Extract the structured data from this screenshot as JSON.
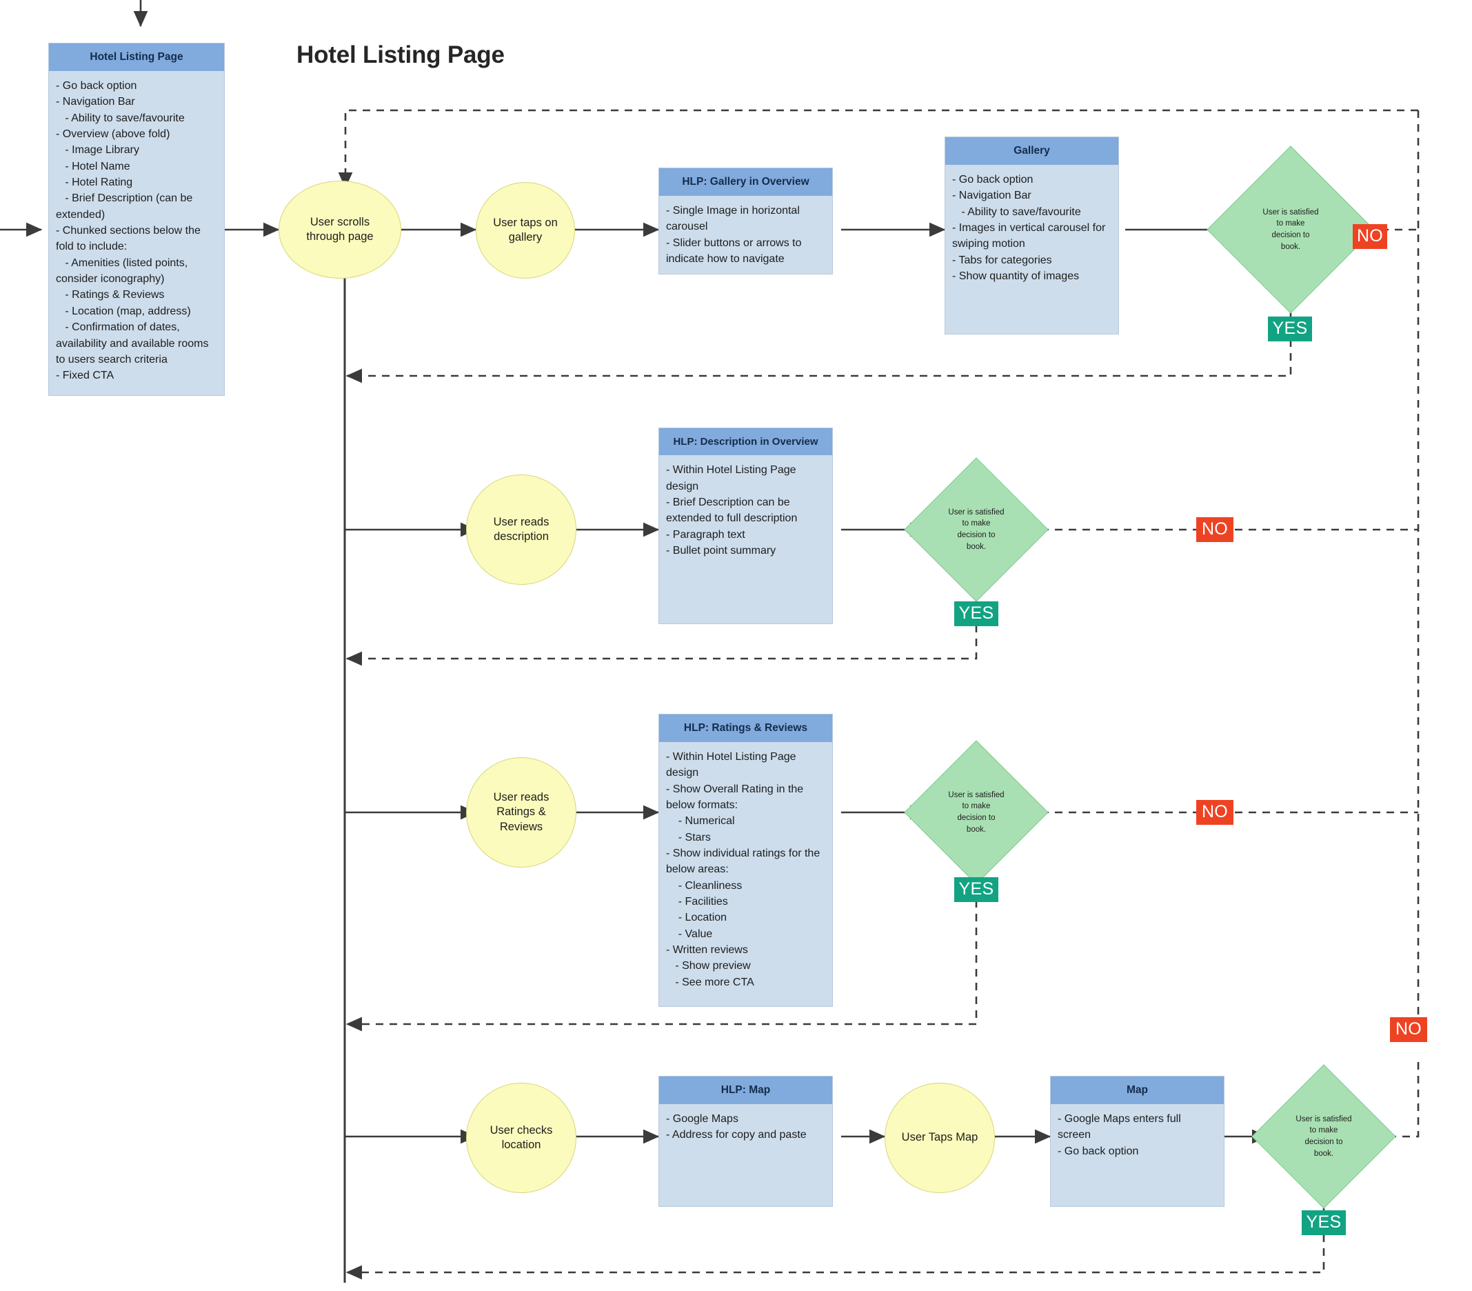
{
  "page": {
    "title": "Hotel Listing Page"
  },
  "colors": {
    "box_header": "#81aadd",
    "box_body": "#cdddec",
    "ellipse_fill": "#fbfbbd",
    "diamond_fill": "#a9e0b3",
    "tag_no": "#ee4323",
    "tag_yes": "#12a383",
    "edge": "#3b3b3b"
  },
  "start_box": {
    "title": "Hotel Listing Page",
    "body": "- Go back option\n- Navigation Bar\n   - Ability to save/favourite\n- Overview (above fold)\n   - Image Library\n   - Hotel Name\n   - Hotel Rating\n   - Brief Description (can be extended)\n- Chunked sections below the fold to include:\n   - Amenities (listed points, consider iconography)\n   - Ratings & Reviews\n   - Location (map, address)\n   - Confirmation of dates, availability and available rooms to users search criteria\n- Fixed CTA"
  },
  "actions": {
    "scroll": "User scrolls\nthrough page",
    "taps_gallery": "User taps on\ngallery",
    "reads_description": "User reads\ndescription",
    "reads_reviews": "User reads\nRatings &\nReviews",
    "checks_location": "User checks\nlocation",
    "taps_map": "User Taps Map"
  },
  "boxes": {
    "hlp_gallery": {
      "title": "HLP: Gallery in Overview",
      "body": "- Single Image in horizontal carousel\n- Slider buttons or arrows to indicate how to navigate"
    },
    "gallery": {
      "title": "Gallery",
      "body": "- Go back option\n- Navigation Bar\n   - Ability to save/favourite\n- Images in vertical carousel for swiping motion\n- Tabs for categories\n- Show quantity of images"
    },
    "hlp_description": {
      "title": "HLP: Description in Overview",
      "body": "- Within Hotel Listing Page design\n- Brief Description can be extended to full description\n- Paragraph text\n- Bullet point summary"
    },
    "hlp_reviews": {
      "title": "HLP: Ratings & Reviews",
      "body": "- Within Hotel Listing Page design\n- Show Overall Rating in the below formats:\n    - Numerical\n    - Stars\n- Show individual ratings for the below areas:\n    - Cleanliness\n    - Facilities\n    - Location\n    - Value\n- Written reviews\n   - Show preview\n   - See more CTA"
    },
    "hlp_map": {
      "title": "HLP: Map",
      "body": "- Google Maps\n- Address for copy and paste"
    },
    "map": {
      "title": "Map",
      "body": "- Google Maps enters full screen\n- Go back option"
    }
  },
  "decisions": {
    "gallery_decision": "User is satisfied\nto make\ndecision to\nbook.",
    "description_decision": "User is satisfied\nto make\ndecision to\nbook.",
    "reviews_decision": "User is satisfied\nto make\ndecision to\nbook.",
    "map_decision": "User is satisfied\nto make\ndecision to\nbook."
  },
  "tags": {
    "no_gallery": "NO",
    "yes_gallery": "YES",
    "no_description": "NO",
    "yes_description": "YES",
    "no_reviews": "NO",
    "yes_reviews": "YES",
    "no_outer": "NO",
    "yes_map": "YES"
  }
}
